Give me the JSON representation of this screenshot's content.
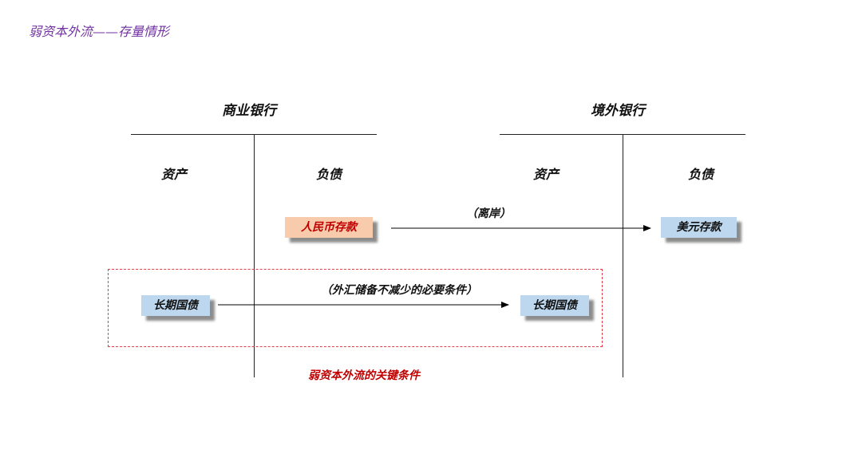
{
  "slide": {
    "title": "弱资本外流——存量情形"
  },
  "left_bank": {
    "title": "商业银行",
    "assets_label": "资产",
    "liabilities_label": "负债",
    "liability_item": "人民币存款",
    "asset_item": "长期国债"
  },
  "right_bank": {
    "title": "境外银行",
    "assets_label": "资产",
    "liabilities_label": "负债",
    "liability_item": "美元存款",
    "asset_item": "长期国债"
  },
  "flows": {
    "offshore_note": "（离岸）",
    "reserve_note": "（外汇储备不减少的必要条件）"
  },
  "highlight": {
    "caption": "弱资本外流的关键条件"
  },
  "colors": {
    "title": "#7030a0",
    "box_blue": "#bdd7ee",
    "box_orange": "#f8cbad",
    "accent_red": "#c00000",
    "dashed_border": "#e0404a"
  }
}
